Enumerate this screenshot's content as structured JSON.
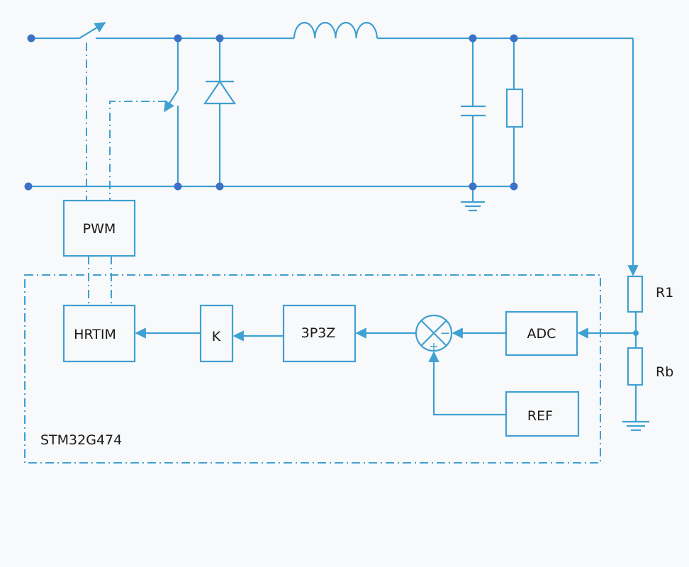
{
  "colors": {
    "wire": "#3fa0d2",
    "node": "#3b72c8",
    "text": "#1a1a1a",
    "background": "#f8f9fa"
  },
  "blocks": {
    "pwm": "PWM",
    "hrtim": "HRTIM",
    "k": "K",
    "compensator": "3P3Z",
    "adc": "ADC",
    "ref": "REF"
  },
  "summing_junction": {
    "minus": "−",
    "plus": "+"
  },
  "resistors": {
    "r1": "R1",
    "rb": "Rb"
  },
  "mcu_label": "STM32G474"
}
